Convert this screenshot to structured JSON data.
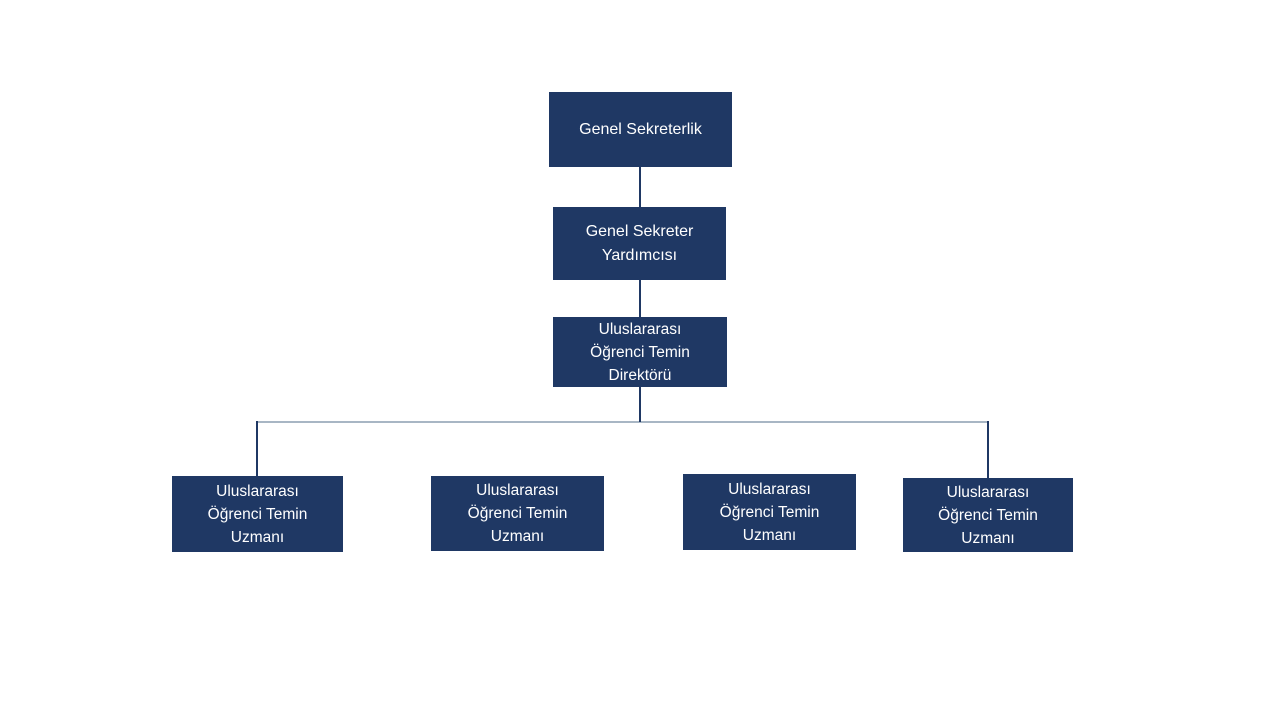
{
  "colors": {
    "background": "#FFFFFF",
    "node_fill": "#1F3864",
    "node_text": "#FFFFFF",
    "connector_dark": "#1F3864",
    "connector_light": "#A8B6C4"
  },
  "org_chart": {
    "type": "org-tree",
    "nodes": [
      {
        "id": "genel-sekreterlik",
        "label": "Genel Sekreterlik",
        "level": 1,
        "parent": null
      },
      {
        "id": "genel-sekreter-yardimcisi",
        "label": "Genel Sekreter\nYardımcısı",
        "level": 2,
        "parent": "genel-sekreterlik"
      },
      {
        "id": "uluslararasi-ogrenci-temin-direktoru",
        "label": "Uluslararası\nÖğrenci Temin\nDirektörü",
        "level": 3,
        "parent": "genel-sekreter-yardimcisi"
      },
      {
        "id": "uzman-1",
        "label": "Uluslararası\nÖğrenci Temin\nUzmanı",
        "level": 4,
        "parent": "uluslararasi-ogrenci-temin-direktoru"
      },
      {
        "id": "uzman-2",
        "label": "Uluslararası\nÖğrenci Temin\nUzmanı",
        "level": 4,
        "parent": "uluslararasi-ogrenci-temin-direktoru"
      },
      {
        "id": "uzman-3",
        "label": "Uluslararası\nÖğrenci Temin\nUzmanı",
        "level": 4,
        "parent": "uluslararasi-ogrenci-temin-direktoru"
      },
      {
        "id": "uzman-4",
        "label": "Uluslararası\nÖğrenci Temin\nUzmanı",
        "level": 4,
        "parent": "uluslararasi-ogrenci-temin-direktoru"
      }
    ]
  }
}
